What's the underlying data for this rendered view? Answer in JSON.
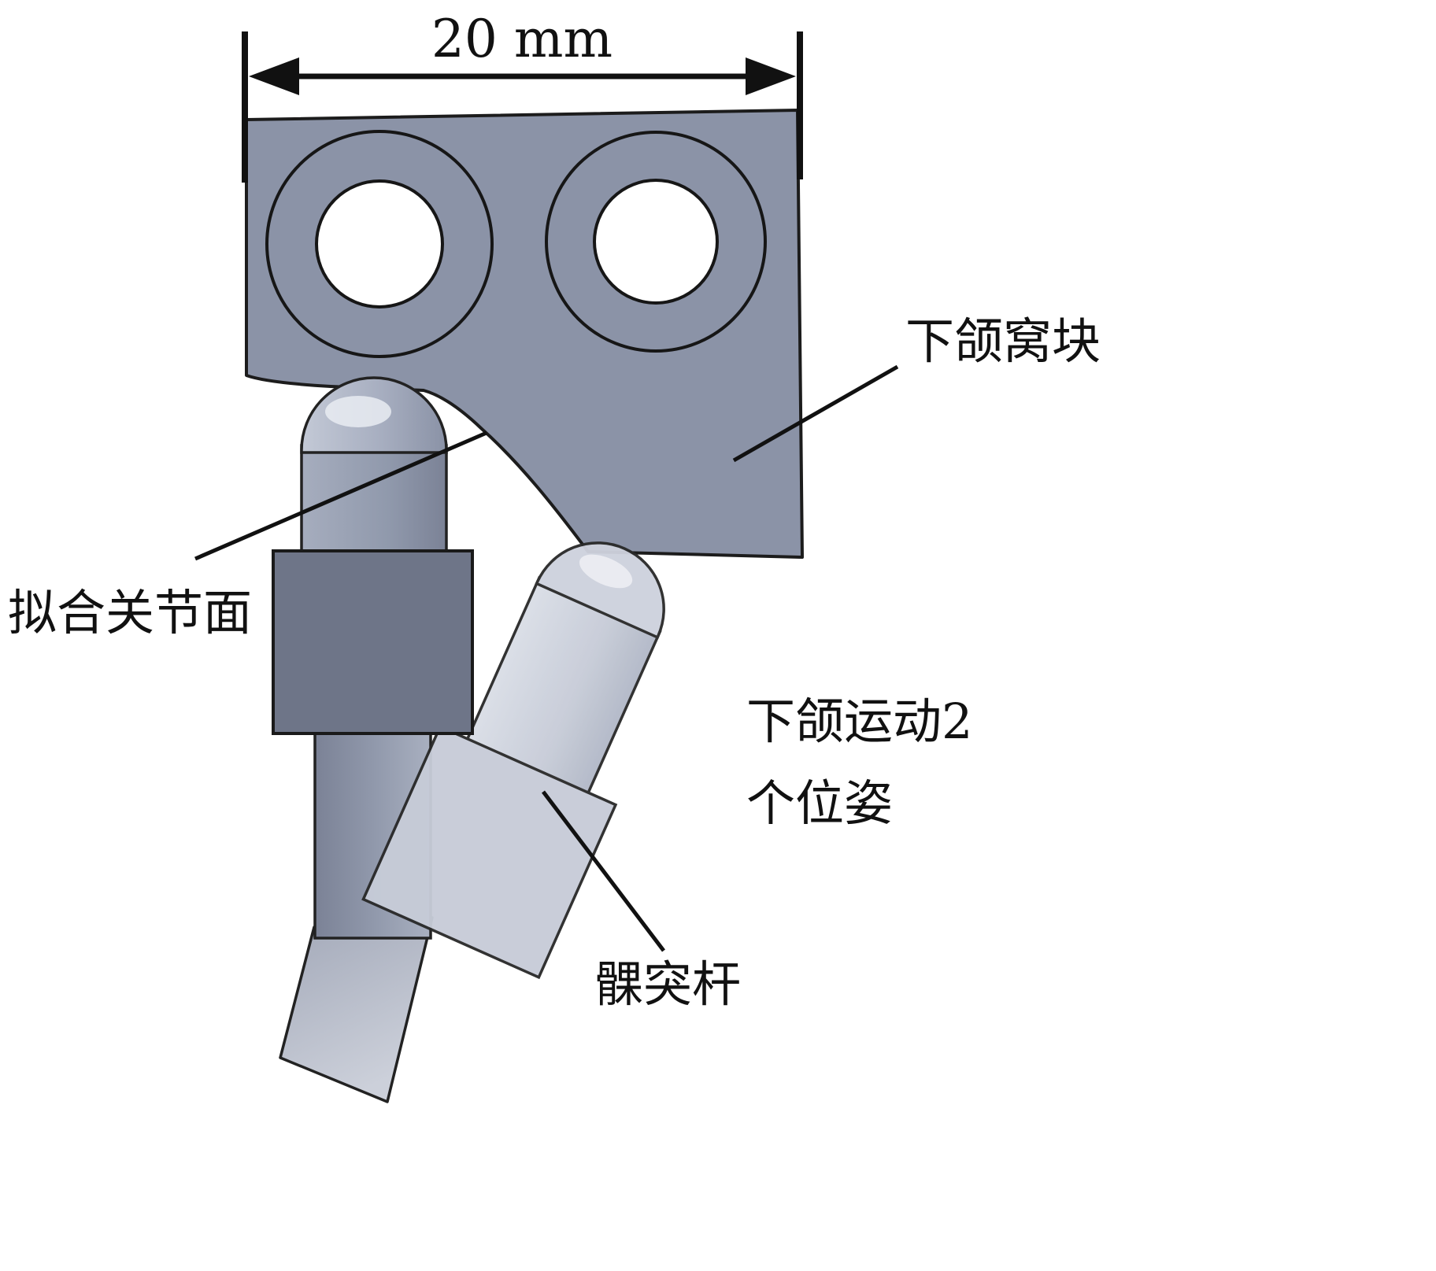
{
  "figure": {
    "dimension": {
      "label": "20 mm"
    },
    "labels": {
      "fossa_block": "下颌窝块",
      "joint_surface": "拟合关节面",
      "pose_line1": "下颌运动2",
      "pose_line2": "个位姿",
      "condyle_rod": "髁突杆"
    },
    "colors": {
      "background": "#ffffff",
      "outline": "#1c1c1c",
      "block_fill": "#8b93a7",
      "block_dark_fill": "#6e7588",
      "rod_fill": "#9099ac",
      "rod_lower_fill": "#848ca0",
      "foot_fill": "#b7bcc9",
      "ghost_rod_fill": "#c7ccd8",
      "ghost_dome_fill": "#ced2dd",
      "hole_fill": "#ffffff"
    }
  }
}
